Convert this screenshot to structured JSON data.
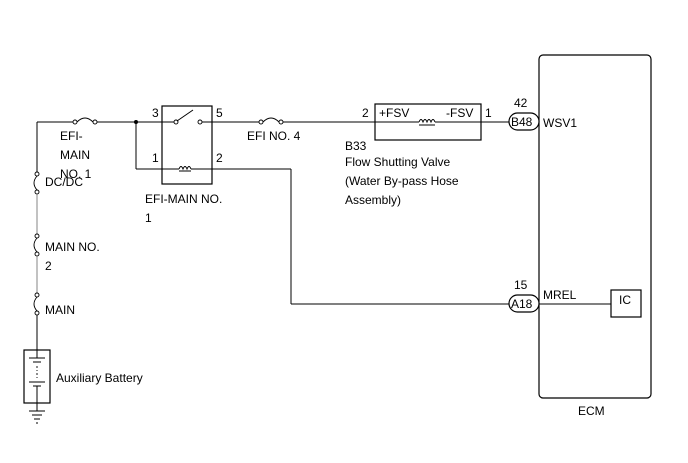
{
  "fuses": {
    "efi_main": [
      "EFI-",
      "MAIN",
      "NO. 1"
    ],
    "dcdc": "DC/DC",
    "main_no2": [
      "MAIN NO.",
      "2"
    ],
    "main": "MAIN",
    "efi_no4": "EFI NO. 4"
  },
  "battery": {
    "label": "Auxiliary Battery"
  },
  "relay": {
    "pin_3": "3",
    "pin_5": "5",
    "pin_1": "1",
    "pin_2": "2",
    "label": [
      "EFI-MAIN NO.",
      "1"
    ]
  },
  "valve": {
    "pin_left": "2",
    "pin_right": "1",
    "term_pos": "+FSV",
    "term_neg": "-FSV",
    "code": "B33",
    "name_lines": [
      "Flow Shutting Valve",
      "(Water By-pass Hose",
      "Assembly)"
    ]
  },
  "ecm": {
    "label": "ECM",
    "connector_b48": {
      "code": "B48",
      "pin": "42",
      "signal": "WSV1"
    },
    "connector_a18": {
      "code": "A18",
      "pin": "15",
      "signal": "MREL"
    },
    "ic_label": "IC"
  }
}
